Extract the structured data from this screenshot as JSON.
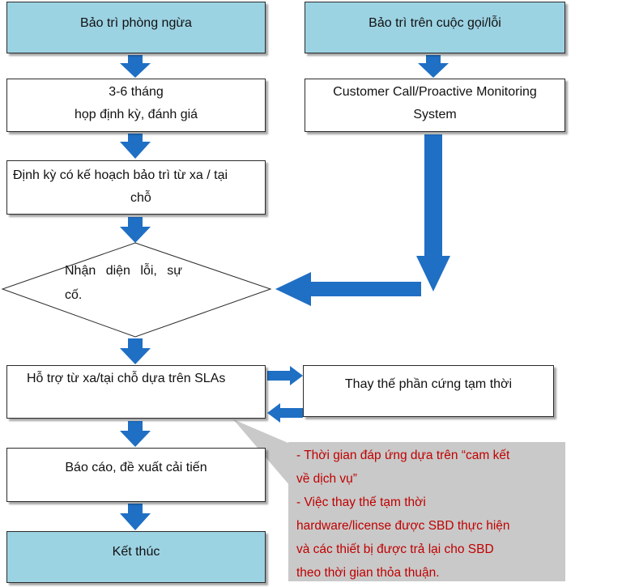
{
  "boxes": {
    "preventive": "Bảo trì phòng ngừa",
    "on_call": "Bảo trì trên cuộc gọi/lỗi",
    "periodic_line1": "3-6 tháng",
    "periodic_line2": "họp định kỳ, đánh giá",
    "customer_call_line1": "Customer Call/Proactive Monitoring",
    "customer_call_line2": "System",
    "planned_line1": "Định kỳ có kế hoạch bảo trì từ xa / tại",
    "planned_line2": "chỗ",
    "identify_line1": "Nhận diện lỗi, sự",
    "identify_line2": "cố.",
    "support": "Hỗ trợ từ xa/tại chỗ dựa trên SLAs",
    "replace": "Thay thế phần cứng tạm thời",
    "report": "Báo cáo, đề xuất cải tiến",
    "end": "Kết thúc"
  },
  "callout": {
    "line1": "-  Thời gian đáp ứng dựa trên “cam kết",
    "line2": "về dịch vụ”",
    "line3": "-  Việc thay thế tạm thời",
    "line4": "hardware/license được SBD thực hiện",
    "line5": "và các thiết bị được trả lại cho SBD",
    "line6": "theo thời gian thỏa thuận."
  },
  "colors": {
    "arrow": "#1f6fc4",
    "box_blue": "#9cd3e3",
    "callout_bg": "#c9c9c9",
    "callout_text": "#c00000"
  }
}
